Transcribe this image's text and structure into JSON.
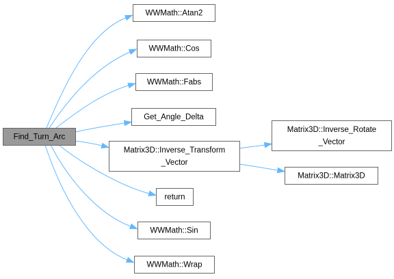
{
  "graph": {
    "colors": {
      "edge": "#63b8ff",
      "node_border": "#666666",
      "root_fill": "#999999",
      "node_fill": "#ffffff"
    },
    "nodes": [
      {
        "id": "find_turn_arc",
        "label": [
          "Find_Turn_Arc"
        ],
        "root": true
      },
      {
        "id": "atan2",
        "label": [
          "WWMath::Atan2"
        ]
      },
      {
        "id": "cos",
        "label": [
          "WWMath::Cos"
        ]
      },
      {
        "id": "fabs",
        "label": [
          "WWMath::Fabs"
        ]
      },
      {
        "id": "get_angle_delta",
        "label": [
          "Get_Angle_Delta"
        ]
      },
      {
        "id": "inverse_transform_vector",
        "label": [
          "Matrix3D::Inverse_Transform",
          "_Vector"
        ]
      },
      {
        "id": "return",
        "label": [
          "return"
        ]
      },
      {
        "id": "sin",
        "label": [
          "WWMath::Sin"
        ]
      },
      {
        "id": "wrap",
        "label": [
          "WWMath::Wrap"
        ]
      },
      {
        "id": "inverse_rotate_vector",
        "label": [
          "Matrix3D::Inverse_Rotate",
          "_Vector"
        ]
      },
      {
        "id": "matrix3d",
        "label": [
          "Matrix3D::Matrix3D"
        ]
      }
    ],
    "edges": [
      {
        "from": "find_turn_arc",
        "to": "atan2"
      },
      {
        "from": "find_turn_arc",
        "to": "cos"
      },
      {
        "from": "find_turn_arc",
        "to": "fabs"
      },
      {
        "from": "find_turn_arc",
        "to": "get_angle_delta"
      },
      {
        "from": "find_turn_arc",
        "to": "inverse_transform_vector"
      },
      {
        "from": "find_turn_arc",
        "to": "return"
      },
      {
        "from": "find_turn_arc",
        "to": "sin"
      },
      {
        "from": "find_turn_arc",
        "to": "wrap"
      },
      {
        "from": "inverse_transform_vector",
        "to": "inverse_rotate_vector"
      },
      {
        "from": "inverse_transform_vector",
        "to": "matrix3d"
      }
    ]
  }
}
